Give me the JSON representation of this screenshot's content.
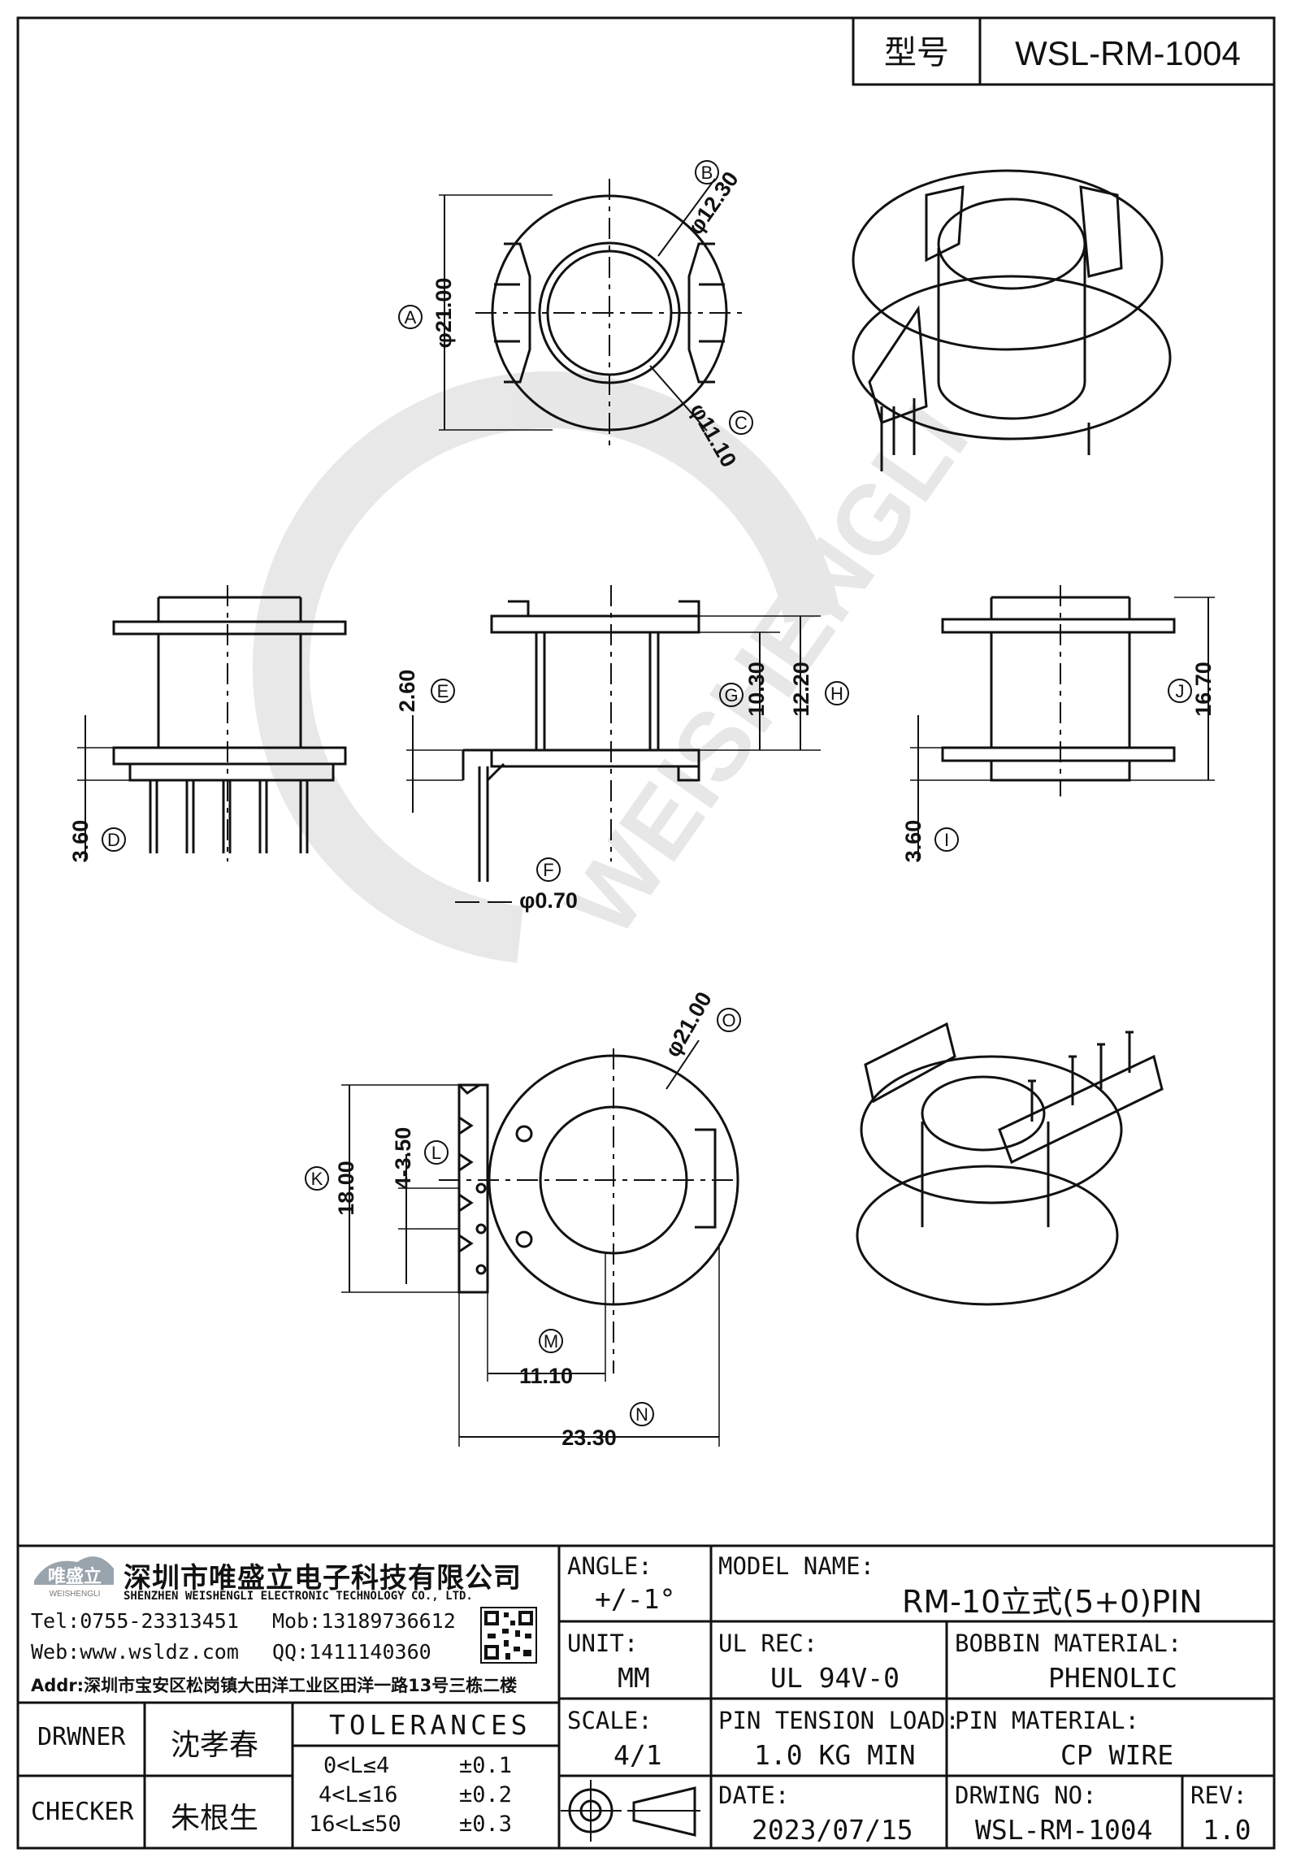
{
  "title_block": {
    "model_label": "型号",
    "model_code": "WSL-RM-1004"
  },
  "watermark": {
    "text": "WEISHENGLI"
  },
  "dimensions": {
    "B": {
      "circle": "B",
      "value": "φ12.30"
    },
    "A": {
      "circle": "A",
      "value": "φ21.00"
    },
    "C": {
      "circle": "C",
      "value": "φ11.10"
    },
    "E": {
      "circle": "E",
      "value": "2.60"
    },
    "G": {
      "circle": "G",
      "value": "10.30"
    },
    "H": {
      "circle": "H",
      "value": "12.20"
    },
    "J": {
      "circle": "J",
      "value": "16.70"
    },
    "D": {
      "circle": "D",
      "value": "3.60"
    },
    "F": {
      "circle": "F",
      "value": "φ0.70"
    },
    "I": {
      "circle": "I",
      "value": "3.60"
    },
    "O": {
      "circle": "O",
      "value": "φ21.00"
    },
    "K": {
      "circle": "K",
      "value": "18.00"
    },
    "L": {
      "circle": "L",
      "value": "4-3.50"
    },
    "M": {
      "circle": "M",
      "value": "11.10"
    },
    "N": {
      "circle": "N",
      "value": "23.30"
    }
  },
  "company": {
    "logo_text": "唯盛立",
    "logo_sub": "WEISHENGLI",
    "name_cn": "深圳市唯盛立电子科技有限公司",
    "name_en": "SHENZHEN WEISHENGLI ELECTRONIC TECHNOLOGY CO., LTD.",
    "tel": "Tel:0755-23313451",
    "mob": "Mob:13189736612",
    "web": "Web:www.wsldz.com",
    "qq": "QQ:1411140360",
    "addr": "Addr:深圳市宝安区松岗镇大田洋工业区田洋一路13号三栋二楼"
  },
  "angle": {
    "label": "ANGLE:",
    "value": "+/-1°"
  },
  "model_name": {
    "label": "MODEL NAME:",
    "value": "RM-10立式(5+0)PIN"
  },
  "unit": {
    "label": "UNIT:",
    "value": "MM"
  },
  "ul_rec": {
    "label": "UL REC:",
    "value": "UL 94V-0"
  },
  "bobbin_material": {
    "label": "BOBBIN MATERIAL:",
    "value": "PHENOLIC"
  },
  "drawer": {
    "label": "DRWNER",
    "value": "沈孝春"
  },
  "checker": {
    "label": "CHECKER",
    "value": "朱根生"
  },
  "tolerances": {
    "title": "TOLERANCES",
    "rows": [
      {
        "range": "0<L≤4",
        "tol": "±0.1"
      },
      {
        "range": "4<L≤16",
        "tol": "±0.2"
      },
      {
        "range": "16<L≤50",
        "tol": "±0.3"
      }
    ]
  },
  "scale": {
    "label": "SCALE:",
    "value": "4/1"
  },
  "pin_tension": {
    "label": "PIN TENSION LOAD:",
    "value": "1.0 KG MIN"
  },
  "pin_material": {
    "label": "PIN MATERIAL:",
    "value": "CP WIRE"
  },
  "date": {
    "label": "DATE:",
    "value": "2023/07/15"
  },
  "drawing_no": {
    "label": "DRWING NO:",
    "value": "WSL-RM-1004"
  },
  "rev": {
    "label": "REV:",
    "value": "1.0"
  }
}
